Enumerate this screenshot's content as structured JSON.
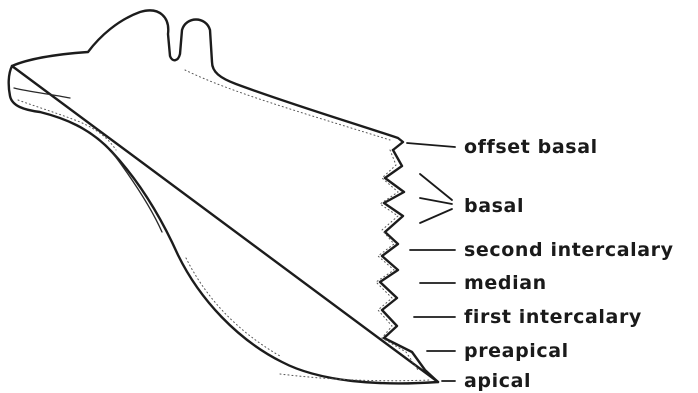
{
  "labels": {
    "offset_basal": "offset basal",
    "basal": "basal",
    "second_intercalary": "second intercalary",
    "median": "median",
    "first_intercalary": "first intercalary",
    "preapical": "preapical",
    "apical": "apical"
  },
  "colors": {
    "ink": "#1a1a1a",
    "background": "#ffffff"
  }
}
